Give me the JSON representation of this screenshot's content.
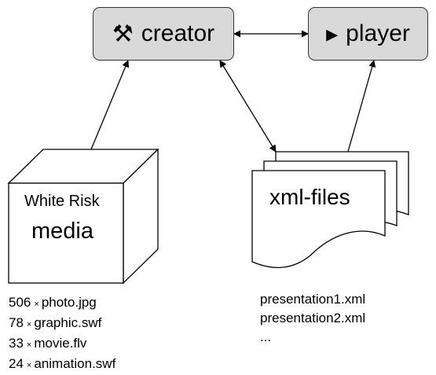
{
  "nodes": {
    "creator": {
      "icon": "hammer-pick-icon",
      "icon_glyph": "⚒",
      "label": "creator"
    },
    "player": {
      "icon": "play-icon",
      "icon_glyph": "▸",
      "label": "player"
    },
    "media": {
      "title": "White Risk",
      "label": "media"
    },
    "xml_files": {
      "label": "xml-files"
    }
  },
  "media_list": {
    "multiplier": "×",
    "items": [
      {
        "count": "506",
        "name": "photo.jpg"
      },
      {
        "count": "78",
        "name": "graphic.swf"
      },
      {
        "count": "33",
        "name": "movie.flv"
      },
      {
        "count": "24",
        "name": "animation.swf"
      }
    ]
  },
  "xml_list": {
    "items": [
      "presentation1.xml",
      "presentation2.xml",
      "..."
    ]
  },
  "colors": {
    "box_fill": "#d9d9d9",
    "stroke": "#000000"
  }
}
